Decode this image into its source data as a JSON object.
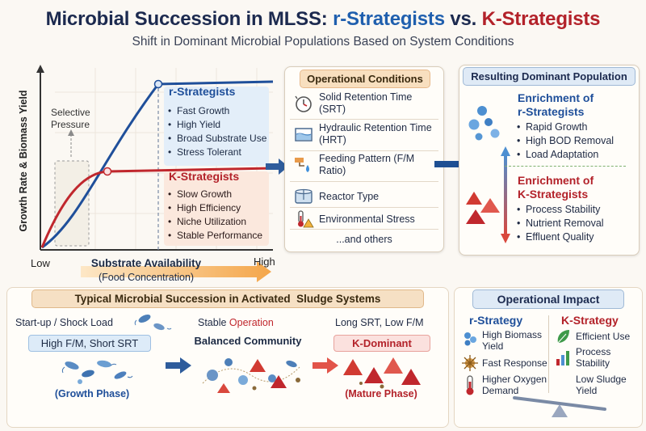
{
  "title": {
    "prefix": "Microbial Succession in MLSS: ",
    "r": "r-Strategists",
    "vs": " vs. ",
    "k": "K-Strategists"
  },
  "subtitle": "Shift in Dominant Microbial Populations Based on System Conditions",
  "graph": {
    "ylabel": "Growth Rate & Biomass Yield",
    "xlabel": "Substrate Availability",
    "xlabel_sub": "(Food Concentration)",
    "x_low": "Low",
    "x_high": "High",
    "selective_pressure": "Selective Pressure",
    "r_title": "r-Strategists",
    "r_items": [
      "Fast Growth",
      "High Yield",
      "Broad Substrate Use",
      "Stress Tolerant"
    ],
    "k_title": "K-Strategists",
    "k_items": [
      "Slow Growth",
      "High Efficiency",
      "Niche Utilization",
      "Stable Performance"
    ],
    "colors": {
      "r": "#1f4f9a",
      "k": "#c0272d"
    }
  },
  "conditions": {
    "header": "Operational Conditions",
    "items": [
      {
        "label": "Solid Retention Time (SRT)",
        "icon": "clock-icon"
      },
      {
        "label": "Hydraulic Retention Time (HRT)",
        "icon": "tank-icon"
      },
      {
        "label": "Feeding Pattern (F/M Ratio)",
        "icon": "feed-icon"
      },
      {
        "label": "Reactor Type",
        "icon": "reactor-icon"
      },
      {
        "label": "Environmental Stress",
        "icon": "thermometer-warning-icon"
      }
    ],
    "more": "...and others"
  },
  "result": {
    "header": "Resulting Dominant Population",
    "r_line1": "Enrichment of",
    "r_line2": "r-Strategists",
    "r_items": [
      "Rapid Growth",
      "High BOD Removal",
      "Load Adaptation"
    ],
    "k_line1": "Enrichment of",
    "k_line2": "K-Strategists",
    "k_items": [
      "Process Stability",
      "Nutrient Removal",
      "Effluent Quality"
    ]
  },
  "succession": {
    "header": "Typical Microbial Succession in Activated  Sludge Systems",
    "stage1_top": "Start-up / Shock Load",
    "stage1_box": "High F/M, Short SRT",
    "stage1_caption": "(Growth Phase)",
    "stage2_top_a": "Stable ",
    "stage2_top_b": "Operation",
    "stage2_box": "Balanced Community",
    "stage3_top": "Long SRT, Low F/M",
    "stage3_box": "K-Dominant",
    "stage3_caption": "(Mature Phase)"
  },
  "impact": {
    "header": "Operational Impact",
    "r_title": "r-Strategy",
    "r_items": [
      "High Biomass Yield",
      "Fast Response",
      "Higher Oxygen Demand"
    ],
    "k_title": "K-Strategy",
    "k_items": [
      "Efficient Use",
      "Process Stability",
      "Low Sludge Yield"
    ]
  }
}
